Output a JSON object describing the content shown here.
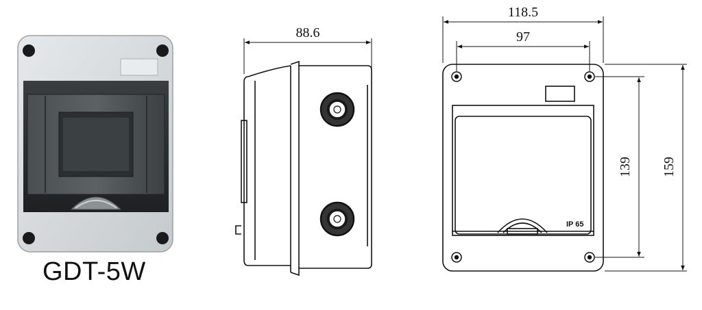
{
  "product": {
    "model_label": "GDT-5W"
  },
  "drawing": {
    "side_width_label": "88.6",
    "front_outer_width_label": "118.5",
    "front_hole_spacing_label": "97",
    "front_hole_vertical_label": "139",
    "front_outer_height_label": "159",
    "rating_label": "IP 65"
  },
  "colors": {
    "housing_grey": "#d6dadd",
    "window_dark": "#2c2f31",
    "line": "#111111"
  }
}
